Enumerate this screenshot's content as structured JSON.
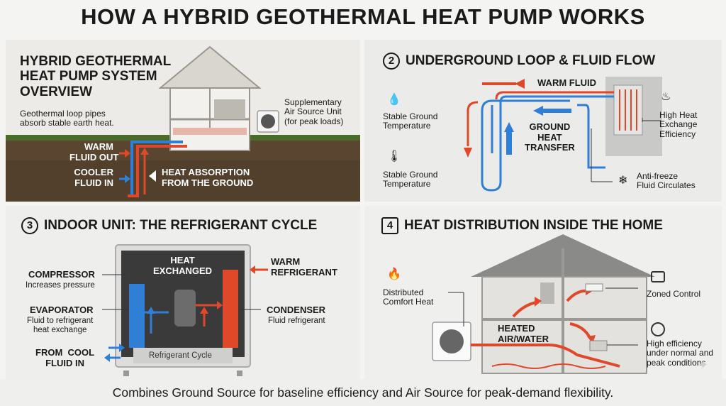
{
  "title": "HOW A HYBRID GEOTHERMAL HEAT PUMP WORKS",
  "panel1": {
    "heading": "HYBRID GEOTHERMAL HEAT PUMP SYSTEM OVERVIEW",
    "heading_lines": [
      "HYBRID GEOTHERMAL",
      "HEAT PUMP SYSTEM",
      "OVERVIEW"
    ],
    "desc_lines": [
      "Geothermal loop pipes",
      "absorb stable earth heat."
    ],
    "supp_lines": [
      "Supplementary",
      "Air Source Unit",
      "(for peak loads)"
    ],
    "warm_out_lines": [
      "WARM",
      "FLUID OUT"
    ],
    "cooler_in_lines": [
      "COOLER",
      "FLUID IN"
    ],
    "heat_abs_lines": [
      "HEAT ABSORPTION",
      "FROM THE GROUND"
    ]
  },
  "panel2": {
    "number": "2",
    "heading": "UNDERGROUND LOOP & FLUID FLOW",
    "warm_fluid": "WARM FLUID",
    "ground_heat_lines": [
      "GROUND",
      "HEAT",
      "TRANSFER"
    ],
    "stable1_lines": [
      "Stable Ground",
      "Temperature"
    ],
    "stable2_lines": [
      "Stable Ground",
      "Temperature"
    ],
    "exchange_lines": [
      "High Heat",
      "Exchange",
      "Efficiency"
    ],
    "antifreeze_lines": [
      "Anti-freeze",
      "Fluid Circulates"
    ]
  },
  "panel3": {
    "number": "3",
    "heading": "INDOOR UNIT: THE REFRIGERANT CYCLE",
    "compressor": "COMPRESSOR",
    "compressor_sub": "Increases pressure",
    "heat_exchanged_lines": [
      "HEAT",
      "EXCHANGED"
    ],
    "warm_ref_lines": [
      "WARM",
      "REFRIGERANT"
    ],
    "evaporator": "EVAPORATOR",
    "evaporator_sub_lines": [
      "Fluid to refrigerant",
      "heat exchange"
    ],
    "condenser": "CONDENSER",
    "condenser_sub": "Fluid refrigerant",
    "from_cool_lines": [
      "FROM  COOL",
      "FLUID IN"
    ],
    "cycle_label": "Refrigerant Cycle"
  },
  "panel4": {
    "number": "4",
    "heading": "HEAT DISTRIBUTION INSIDE THE HOME",
    "distributed_lines": [
      "Distributed",
      "Comfort Heat"
    ],
    "zoned": "Zoned Control",
    "heated_lines": [
      "HEATED",
      "AIR/WATER"
    ],
    "efficiency_lines": [
      "High efficiency",
      "under normal and",
      "peak conditions"
    ]
  },
  "caption": "Combines Ground Source for baseline efficiency and Air Source for peak-demand flexibility.",
  "colors": {
    "warm": "#e0482a",
    "cool": "#2f7fd6",
    "soil": "#5a4630",
    "grass": "#4a6b2a"
  },
  "icons": [
    "water-drop-icon",
    "thermometer-icon",
    "heat-exchange-icon",
    "snowflake-icon",
    "flame-icon",
    "thermostat-icon",
    "gauge-icon",
    "sparkle-icon"
  ]
}
